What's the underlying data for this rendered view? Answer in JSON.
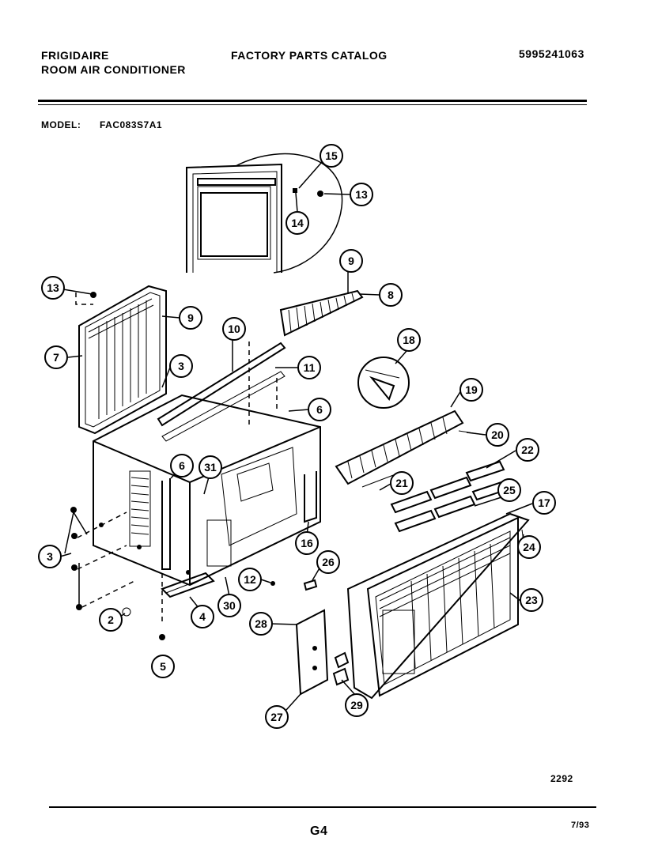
{
  "header": {
    "brand": "FRIGIDAIRE",
    "product": "ROOM AIR CONDITIONER",
    "catalog_title": "FACTORY PARTS CATALOG",
    "catalog_number": "5995241063",
    "model_label": "MODEL:",
    "model_number": "FAC083S7A1"
  },
  "footer": {
    "drawing_number": "2292",
    "page_code": "G4",
    "date": "7/93"
  },
  "callouts": [
    {
      "id": "c15",
      "label": "15"
    },
    {
      "id": "c13a",
      "label": "13"
    },
    {
      "id": "c14",
      "label": "14"
    },
    {
      "id": "c9a",
      "label": "9"
    },
    {
      "id": "c8",
      "label": "8"
    },
    {
      "id": "c13b",
      "label": "13"
    },
    {
      "id": "c9b",
      "label": "9"
    },
    {
      "id": "c10",
      "label": "10"
    },
    {
      "id": "c7",
      "label": "7"
    },
    {
      "id": "c3a",
      "label": "3"
    },
    {
      "id": "c11",
      "label": "11"
    },
    {
      "id": "c18",
      "label": "18"
    },
    {
      "id": "c6a",
      "label": "6"
    },
    {
      "id": "c19",
      "label": "19"
    },
    {
      "id": "c20",
      "label": "20"
    },
    {
      "id": "c6b",
      "label": "6"
    },
    {
      "id": "c31",
      "label": "31"
    },
    {
      "id": "c22",
      "label": "22"
    },
    {
      "id": "c21",
      "label": "21"
    },
    {
      "id": "c25",
      "label": "25"
    },
    {
      "id": "c17",
      "label": "17"
    },
    {
      "id": "c3b",
      "label": "3"
    },
    {
      "id": "c16",
      "label": "16"
    },
    {
      "id": "c24",
      "label": "24"
    },
    {
      "id": "c26",
      "label": "26"
    },
    {
      "id": "c12",
      "label": "12"
    },
    {
      "id": "c23",
      "label": "23"
    },
    {
      "id": "c2",
      "label": "2"
    },
    {
      "id": "c4",
      "label": "4"
    },
    {
      "id": "c30",
      "label": "30"
    },
    {
      "id": "c28",
      "label": "28"
    },
    {
      "id": "c5",
      "label": "5"
    },
    {
      "id": "c29",
      "label": "29"
    },
    {
      "id": "c27",
      "label": "27"
    }
  ]
}
